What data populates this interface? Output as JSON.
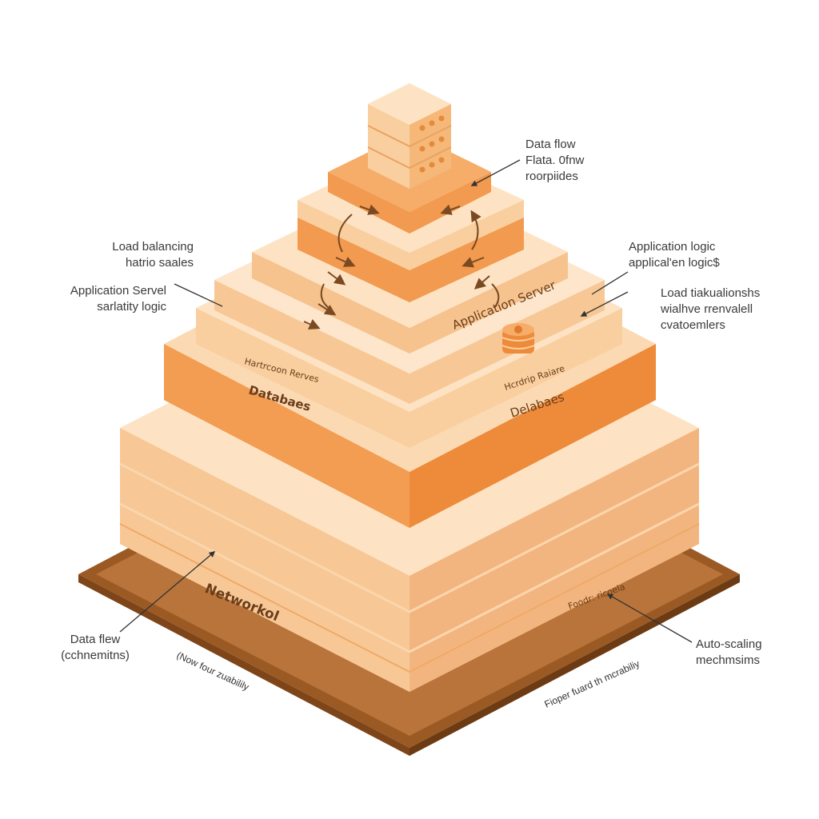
{
  "callouts": {
    "data_flow_top": {
      "line1": "Data flow",
      "line2": "Flata. 0fnw",
      "line3": "roorpiides"
    },
    "load_balancing": {
      "line1": "Load balancing",
      "line2": "hatrio saales"
    },
    "application_server_left": {
      "line1": "Application Servel",
      "line2": "sarlatity logic"
    },
    "application_logic": {
      "line1": "Application logic",
      "line2": "applical'en logic$"
    },
    "load_right": {
      "line1": "Load tiakualionshs",
      "line2": "wialhve rrenvalell",
      "line3": "cvatoemlers"
    },
    "data_flew_bottom": {
      "line1": "Data flew",
      "line2": "(cchnemitns)"
    },
    "auto_scaling": {
      "line1": "Auto-scaling",
      "line2": "mechmsims"
    }
  },
  "layer_labels": {
    "application_server": "Application Server",
    "hardware_left": "Hartrcoon Rerves",
    "databases_left": "Databaes",
    "hardware_right": "Hcrdrip Raiare",
    "databases_right": "Delabaes",
    "networkol": "Networkol",
    "footer_right": "Foodr: ricoela",
    "base_left": "(Now four zuabilily",
    "base_right": "Fioper fuard th mcrabiliy"
  },
  "colors": {
    "peach_light": "#fde3c4",
    "peach": "#f9cf9f",
    "peach_dark": "#f3b57f",
    "orange": "#f29a4f",
    "orange_deep": "#ee8b3b",
    "base_brown": "#9b5a24",
    "base_brown_dark": "#b8743a",
    "arrow": "#7a4a22"
  }
}
